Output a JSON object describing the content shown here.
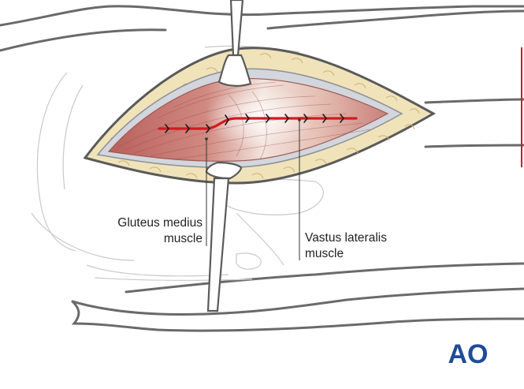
{
  "labels": {
    "gluteus_medius": [
      "Gluteus medius",
      "muscle"
    ],
    "vastus_lateralis": [
      "Vastus lateralis",
      "muscle"
    ]
  },
  "logo": {
    "text": "AO"
  },
  "colors": {
    "outline": "#5a5a5a",
    "fat": "#f0e3b9",
    "fascia": "#d3d6dc",
    "muscle": "#c77a74",
    "suture": "#d31a20",
    "logo": "#1f4b99",
    "retractor": "#ffffff"
  }
}
